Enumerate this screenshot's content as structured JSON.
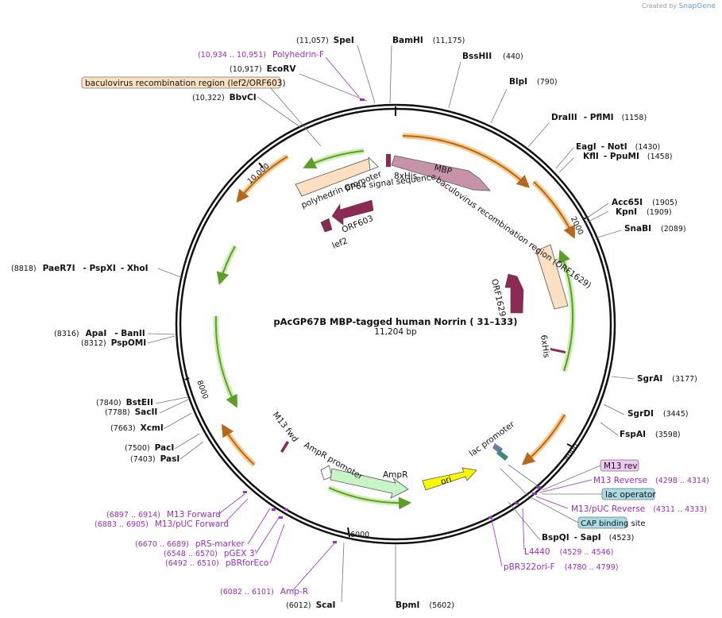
{
  "credit": {
    "prefix": "Created by",
    "brand": "SnapGene"
  },
  "plasmid": {
    "name": "pAcGP67B MBP-tagged human Norrin ( 31–133)",
    "length": "11,204 bp",
    "tick_labels": [
      "10,000",
      "2000",
      "4000",
      "6000",
      "8000"
    ]
  },
  "sites": [
    {
      "name": "SpeI",
      "pos": "(11,057)"
    },
    {
      "name": "BamHI",
      "pos": "(11,175)"
    },
    {
      "name": "BssHII",
      "pos": "(440)"
    },
    {
      "name": "EcoRV",
      "pos": "(10,917)"
    },
    {
      "name": "BlpI",
      "pos": "(790)"
    },
    {
      "name": "BbvCI",
      "pos": "(10,322)"
    },
    {
      "name": "DraIII",
      "name2": "PflMI",
      "pos": "(1158)"
    },
    {
      "name": "EagI",
      "name2": "NotI",
      "pos": "(1430)"
    },
    {
      "name": "KflI",
      "name2": "PpuMI",
      "pos": "(1458)"
    },
    {
      "name": "Acc65I",
      "pos": "(1905)"
    },
    {
      "name": "KpnI",
      "pos": "(1909)"
    },
    {
      "name": "SnaBI",
      "pos": "(2089)"
    },
    {
      "name": "PaeR7I",
      "name2": "PspXI",
      "name3": "XhoI",
      "pos": "(8818)"
    },
    {
      "name": "ApaI",
      "name2": "BanII",
      "pos": "(8316)"
    },
    {
      "name": "PspOMI",
      "pos": "(8312)"
    },
    {
      "name": "SgrAI",
      "pos": "(3177)"
    },
    {
      "name": "BstEII",
      "pos": "(7840)"
    },
    {
      "name": "SacII",
      "pos": "(7788)"
    },
    {
      "name": "SgrDI",
      "pos": "(3445)"
    },
    {
      "name": "XcmI",
      "pos": "(7663)"
    },
    {
      "name": "FspAI",
      "pos": "(3598)"
    },
    {
      "name": "PacI",
      "pos": "(7500)"
    },
    {
      "name": "PasI",
      "pos": "(7403)"
    },
    {
      "name": "BspQI",
      "name2": "SapI",
      "pos": "(4523)"
    },
    {
      "name": "ScaI",
      "pos": "(6012)"
    },
    {
      "name": "BpmI",
      "pos": "(5602)"
    }
  ],
  "primers": [
    {
      "name": "Polyhedrin-F",
      "pos": "(10,934 .. 10,951)"
    },
    {
      "name": "M13 Reverse",
      "pos": "(4298 .. 4314)"
    },
    {
      "name": "M13/pUC Reverse",
      "pos": "(4311 .. 4333)"
    },
    {
      "name": "M13 Forward",
      "pos": "(6897 .. 6914)"
    },
    {
      "name": "M13/pUC Forward",
      "pos": "(6883 .. 6905)"
    },
    {
      "name": "pRS-marker",
      "pos": "(6670 .. 6689)"
    },
    {
      "name": "pGEX 3'",
      "pos": "(6548 .. 6570)"
    },
    {
      "name": "pBRforEco",
      "pos": "(6492 .. 6510)"
    },
    {
      "name": "L4440",
      "pos": "(4529 .. 4546)"
    },
    {
      "name": "pBR322ori-F",
      "pos": "(4780 .. 4799)"
    },
    {
      "name": "Amp-R",
      "pos": "(6082 .. 6101)"
    }
  ],
  "boxed_features": [
    {
      "name": "baculovirus recombination region (lef2/ORF603)"
    },
    {
      "name": "M13 rev"
    },
    {
      "name": "lac operator"
    },
    {
      "name": "CAP binding site"
    }
  ],
  "features": [
    {
      "name": "polyhedrin promoter"
    },
    {
      "name": "GP64 signal sequence"
    },
    {
      "name": "8xHis"
    },
    {
      "name": "MBP"
    },
    {
      "name": "baculovirus recombination region (ORF1629)"
    },
    {
      "name": "ORF603"
    },
    {
      "name": "lef2"
    },
    {
      "name": "ORF1629"
    },
    {
      "name": "6xHis"
    },
    {
      "name": "M13 fwd"
    },
    {
      "name": "AmpR promoter"
    },
    {
      "name": "AmpR"
    },
    {
      "name": "ori"
    },
    {
      "name": "lac promoter"
    }
  ],
  "colors": {
    "backbone": "#111111",
    "primer": "#9a2fc2",
    "orf_arrow": "#5d9e2a",
    "orf_glow_orange": "#f6c987",
    "orf_glow_green": "#cdeeb0",
    "mbp": "#c693aa",
    "cds_dark": "#8c2a55",
    "promoter_fill": "#fde0c2",
    "ampr_fill": "#c8f5c8",
    "ori_fill": "#f8f800",
    "rev_box": "#f1c7f3",
    "operator_box": "#a9dbe4"
  }
}
